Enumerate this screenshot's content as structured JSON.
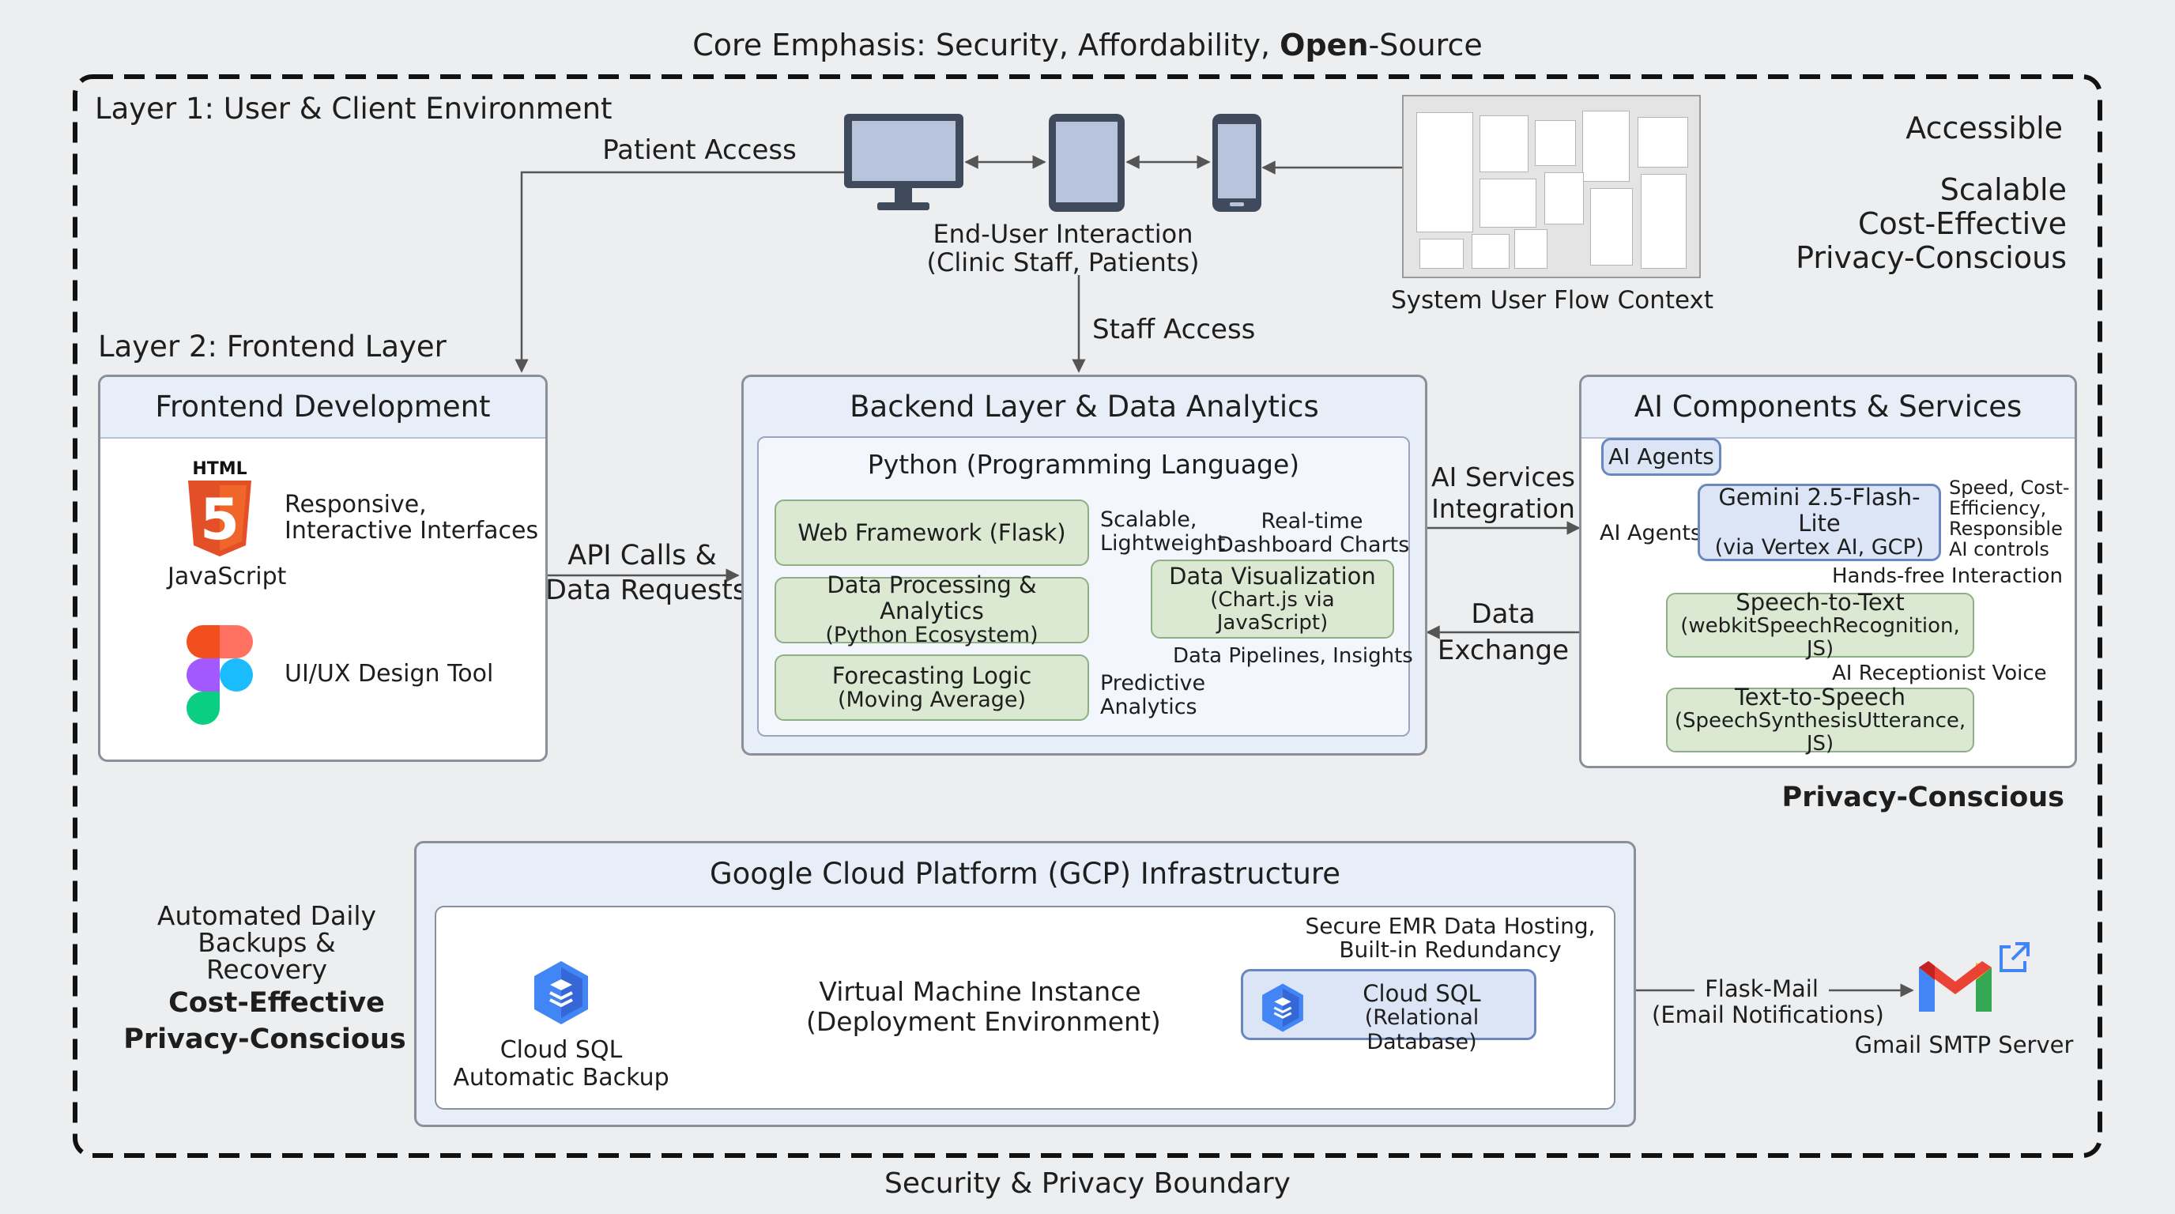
{
  "header": {
    "emphasis_text": "Core Emphasis: Security, Affordability, ",
    "emphasis_bold": "Open",
    "emphasis_tail": "-Source"
  },
  "footer": {
    "boundary": "Security & Privacy Boundary"
  },
  "layer1": {
    "title": "Layer 1: User & Client Environment"
  },
  "layer2": {
    "title": "Layer 2: Frontend Layer"
  },
  "side_tags": {
    "accessible": "Accessible",
    "scalable": "Scalable",
    "cost_effective": "Cost-Effective",
    "privacy": "Privacy-Conscious",
    "privacy_bold": "Privacy-Conscious"
  },
  "devices": {
    "interaction_line1": "End-User Interaction",
    "interaction_line2": "(Clinic Staff, Patients)",
    "patient_access": "Patient Access",
    "staff_access": "Staff Access",
    "flow_context": "System User Flow Context"
  },
  "frontend": {
    "title": "Frontend Development",
    "html_badge": "HTML",
    "html_digit": "5",
    "javascript": "JavaScript",
    "responsive_line1": "Responsive,",
    "responsive_line2": "Interactive Interfaces",
    "design_tool": "UI/UX Design Tool"
  },
  "api_calls": {
    "line1": "API Calls &",
    "line2": "Data Requests"
  },
  "backend": {
    "title": "Backend Layer & Data Analytics",
    "python": "Python (Programming Language)",
    "flask": "Web Framework (Flask)",
    "processing_line1": "Data Processing & Analytics",
    "processing_line2": "(Python Ecosystem)",
    "forecasting_line1": "Forecasting Logic",
    "forecasting_line2": "(Moving Average)",
    "visualization_line1": "Data Visualization",
    "visualization_line2": "(Chart.js via JavaScript)",
    "scalable_line1": "Scalable,",
    "scalable_line2": "Lightweight",
    "realtime_line1": "Real-time",
    "realtime_line2": "Dashboard Charts",
    "pipelines": "Data Pipelines, Insights",
    "predictive_line1": "Predictive",
    "predictive_line2": "Analytics"
  },
  "ai_integration": {
    "line1": "AI Services",
    "line2": "Integration"
  },
  "data_exchange": {
    "line1": "Data",
    "line2": "Exchange"
  },
  "ai": {
    "title": "AI Components & Services",
    "agents_pill": "AI Agents",
    "agents_label": "AI Agents",
    "gemini_line1": "Gemini 2.5-Flash-Lite",
    "gemini_line2": "(via Vertex AI, GCP)",
    "speed_line1": "Speed, Cost-",
    "speed_line2": "Efficiency,",
    "speed_line3": "Responsible",
    "speed_line4": "AI controls",
    "handsfree": "Hands-free Interaction",
    "stt_line1": "Speech-to-Text",
    "stt_line2": "(webkitSpeechRecognition, JS)",
    "receptionist": "AI Receptionist Voice",
    "tts_line1": "Text-to-Speech",
    "tts_line2": "(SpeechSynthesisUtterance, JS)"
  },
  "gcp": {
    "title": "Google Cloud Platform (GCP) Infrastructure",
    "backup_line1": "Automated Daily",
    "backup_line2": "Backups &",
    "backup_line3": "Recovery",
    "cost_bold": "Cost-Effective",
    "privacy_bold": "Privacy-Conscious",
    "cloudsql_backup_line1": "Cloud SQL",
    "cloudsql_backup_line2": "Automatic Backup",
    "vm_line1": "Virtual Machine Instance",
    "vm_line2": "(Deployment Environment)",
    "emr_line1": "Secure EMR Data Hosting,",
    "emr_line2": "Built-in Redundancy",
    "cloudsql_line1": "Cloud SQL",
    "cloudsql_line2": "(Relational Database)"
  },
  "mail": {
    "flask_mail": "Flask-Mail",
    "email_notifications": "(Email Notifications)",
    "gmail": "Gmail SMTP Server"
  },
  "colors": {
    "panel_header": "#e8eef8",
    "green_pill": "#dbe9d3",
    "blue_pill": "#dbe5f6",
    "html_orange": "#e34f26",
    "gcp_blue": "#4285f4"
  },
  "icons": [
    "monitor-icon",
    "tablet-icon",
    "phone-icon",
    "html5-icon",
    "figma-icon",
    "cloud-sql-icon",
    "gmail-icon",
    "external-link-icon",
    "flow-screenshot-thumbnail"
  ]
}
